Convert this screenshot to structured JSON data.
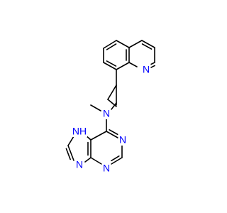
{
  "molecule": {
    "colors": {
      "bond": "#000000",
      "nitrogen": "#0000ff",
      "background": "#ffffff"
    },
    "atoms": [
      {
        "id": "n_quinoline",
        "label": "N",
        "element": "nitrogen"
      },
      {
        "id": "n_amine",
        "label": "N",
        "element": "nitrogen"
      },
      {
        "id": "nh_imidazole",
        "label": "NH",
        "element": "nitrogen"
      },
      {
        "id": "n_pyrimidine_1",
        "label": "N",
        "element": "nitrogen"
      },
      {
        "id": "n_imidazole_2",
        "label": "N",
        "element": "nitrogen"
      },
      {
        "id": "n_pyrimidine_3",
        "label": "N",
        "element": "nitrogen"
      }
    ]
  }
}
